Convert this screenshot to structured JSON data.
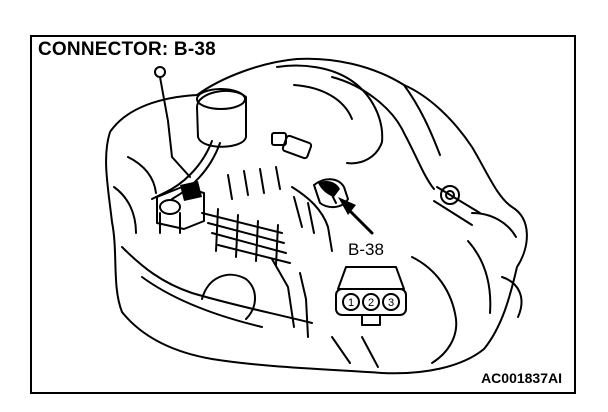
{
  "title": "CONNECTOR: B-38",
  "figure_code": "AC001837AI",
  "callout_label": "B-38",
  "connector_pins": [
    "1",
    "2",
    "3"
  ]
}
